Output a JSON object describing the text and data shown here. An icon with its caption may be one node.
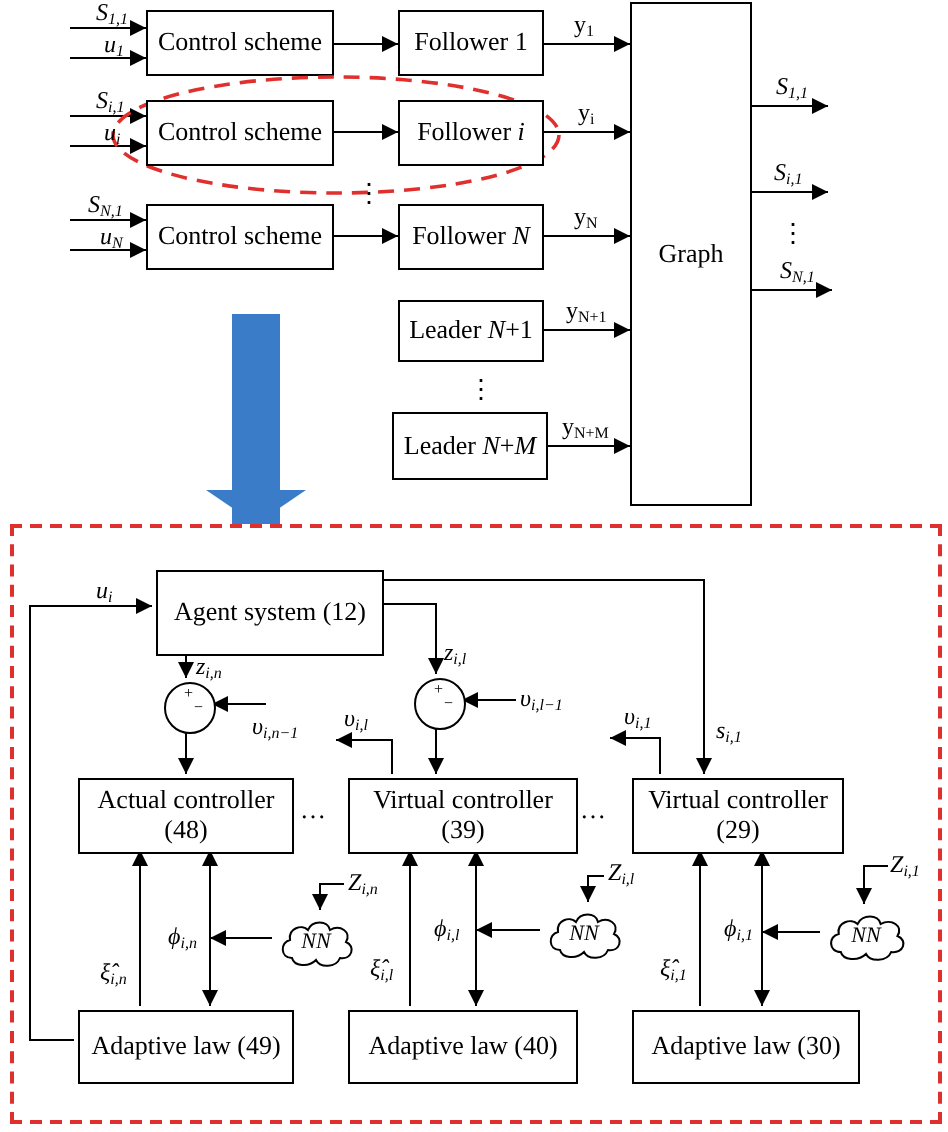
{
  "diagram": {
    "nodes": [
      {
        "text": [
          "Control scheme"
        ]
      },
      {
        "text": [
          "Follower 1"
        ]
      },
      {
        "text": [],
        "shape": "ellipse"
      },
      {
        "text": [
          "Control scheme"
        ],
        "in": 2
      },
      {
        "text": [
          "Follower *i*"
        ],
        "in": 2
      },
      {
        "text": [
          "Control scheme"
        ]
      },
      {
        "text": [
          "Follower *N*"
        ]
      },
      {
        "text": [
          "Leader *N*+1"
        ]
      },
      {
        "text": [
          "Leader *N*+*M*"
        ]
      },
      {
        "text": [
          "Graph"
        ]
      },
      {
        "text": [],
        "shape": "box"
      },
      {
        "text": [
          "Agent system (12)"
        ],
        "in": 10
      },
      {
        "text": [
          "+",
          "−"
        ],
        "in": 10
      },
      {
        "text": [
          "+",
          "−"
        ],
        "in": 10
      },
      {
        "text": [
          "Actual controller (48)"
        ],
        "in": 10
      },
      {
        "text": [
          "Virtual controller (39)"
        ],
        "in": 10
      },
      {
        "text": [
          "Virtual controller (29)"
        ],
        "in": 10
      },
      {
        "text": [
          "NN"
        ],
        "in": 10
      },
      {
        "text": [
          "NN"
        ],
        "in": 10
      },
      {
        "text": [
          "NN"
        ],
        "in": 10
      },
      {
        "text": [
          "Adaptive law (49)"
        ],
        "in": 10
      },
      {
        "text": [
          "Adaptive law (40)"
        ],
        "in": 10
      },
      {
        "text": [
          "Adaptive law (30)"
        ],
        "in": 10
      }
    ],
    "edges": [
      {
        "from": null,
        "to": 0,
        "arrow": "to",
        "label": "S$_{1,1}$"
      },
      {
        "from": null,
        "to": 0,
        "arrow": "to",
        "label": "u$_{1}$"
      },
      {
        "from": null,
        "to": 3,
        "arrow": "to",
        "label": "S$_{i,1}$"
      },
      {
        "from": null,
        "to": 3,
        "arrow": "to",
        "label": "u$_{i}$"
      },
      {
        "from": null,
        "to": 5,
        "arrow": "to",
        "label": "S$_{N,1}$"
      },
      {
        "from": null,
        "to": 5,
        "arrow": "to",
        "label": "u$_{N}$"
      },
      {
        "from": 0,
        "to": 1,
        "arrow": "to"
      },
      {
        "from": 3,
        "to": 4,
        "arrow": "to"
      },
      {
        "from": 5,
        "to": 6,
        "arrow": "to"
      },
      {
        "from": 1,
        "to": 9,
        "arrow": "to",
        "label": "y$_{1}$"
      },
      {
        "from": 4,
        "to": 9,
        "arrow": "to",
        "label": "y$_{i}$"
      },
      {
        "from": 6,
        "to": 9,
        "arrow": "to",
        "label": "y$_{N}$"
      },
      {
        "from": 7,
        "to": 9,
        "arrow": "to",
        "label": "y$_{N+1}$"
      },
      {
        "from": 8,
        "to": 9,
        "arrow": "to",
        "label": "y$_{N+M}$"
      },
      {
        "from": 9,
        "to": null,
        "arrow": "to",
        "label": "S$_{1,1}$"
      },
      {
        "from": 9,
        "to": null,
        "arrow": "to",
        "label": "S$_{i,1}$"
      },
      {
        "from": 9,
        "to": null,
        "arrow": "to",
        "label": "S$_{N,1}$"
      },
      {
        "from": null,
        "to": 10,
        "arrow": "to",
        "style": "thick",
        "color": "#3a7cc7"
      },
      {
        "from": 20,
        "to": 11,
        "arrow": "to",
        "label": "u$_{i}$"
      },
      {
        "from": 11,
        "to": 12,
        "arrow": "to",
        "label": "z$_{i,n}$"
      },
      {
        "from": 11,
        "to": 13,
        "arrow": "to",
        "label": "z$_{i,l}$"
      },
      {
        "from": 11,
        "to": 16,
        "arrow": "to",
        "label": "s$_{i,1}$"
      },
      {
        "from": null,
        "to": 12,
        "arrow": "to",
        "label": "υ$_{i,n−1}$"
      },
      {
        "from": null,
        "to": 13,
        "arrow": "to",
        "label": "υ$_{i,l−1}$"
      },
      {
        "from": 12,
        "to": 14,
        "arrow": "to"
      },
      {
        "from": 13,
        "to": 15,
        "arrow": "to"
      },
      {
        "from": 15,
        "to": null,
        "arrow": "to",
        "label": "υ$_{i,l}$"
      },
      {
        "from": 16,
        "to": null,
        "arrow": "to",
        "label": "υ$_{i,1}$"
      },
      {
        "from": 20,
        "to": 14,
        "arrow": "to",
        "label": "ξ̂$_{i,n}$"
      },
      {
        "from": 14,
        "to": 20,
        "arrow": "both"
      },
      {
        "from": 17,
        "to": null,
        "arrow": "to",
        "label": "ϕ$_{i,n}$"
      },
      {
        "from": null,
        "to": 17,
        "arrow": "to",
        "label": "Z$_{i,n}$"
      },
      {
        "from": 21,
        "to": 15,
        "arrow": "to",
        "label": "ξ̂$_{i,l}$"
      },
      {
        "from": 15,
        "to": 21,
        "arrow": "both"
      },
      {
        "from": 18,
        "to": null,
        "arrow": "to",
        "label": "ϕ$_{i,l}$"
      },
      {
        "from": null,
        "to": 18,
        "arrow": "to",
        "label": "Z$_{i,l}$"
      },
      {
        "from": 22,
        "to": 16,
        "arrow": "to",
        "label": "ξ̂$_{i,1}$"
      },
      {
        "from": 16,
        "to": 22,
        "arrow": "both"
      },
      {
        "from": 19,
        "to": null,
        "arrow": "to",
        "label": "ϕ$_{i,1}$"
      },
      {
        "from": null,
        "to": 19,
        "arrow": "to",
        "label": "Z$_{i,1}$"
      }
    ],
    "labels": [
      "⋮",
      "⋮",
      "⋮",
      "…",
      "…"
    ]
  }
}
